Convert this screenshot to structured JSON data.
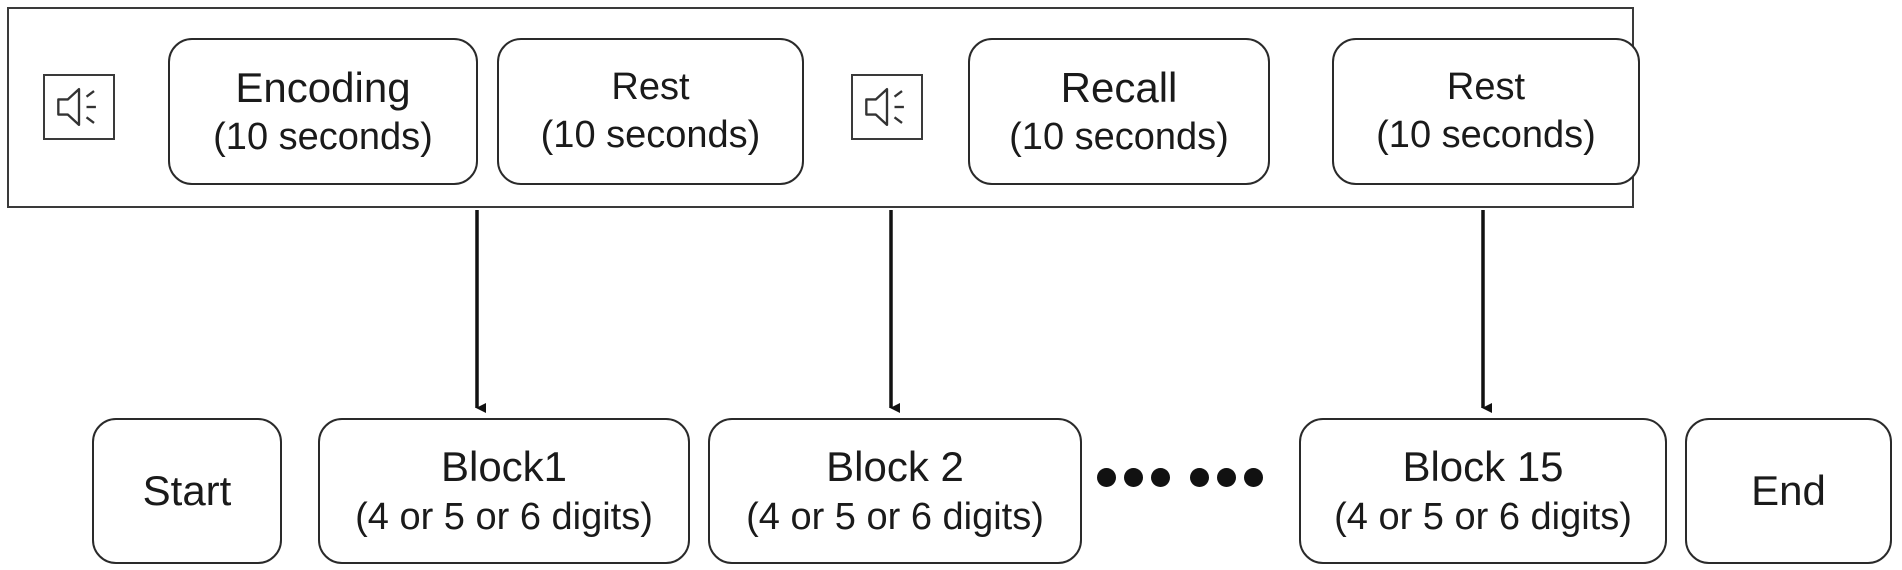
{
  "top_sequence": {
    "encoding": {
      "title": "Encoding",
      "duration": "(10 seconds)"
    },
    "rest1": {
      "title": "Rest",
      "duration": "(10 seconds)"
    },
    "recall": {
      "title": "Recall",
      "duration": "(10 seconds)"
    },
    "rest2": {
      "title": "Rest",
      "duration": "(10 seconds)"
    }
  },
  "bottom_sequence": {
    "start": "Start",
    "block1": {
      "title": "Block1",
      "detail": "(4 or 5 or 6 digits)"
    },
    "block2": {
      "title": "Block 2",
      "detail": "(4 or 5 or 6 digits)"
    },
    "block15": {
      "title": "Block 15",
      "detail": "(4 or 5 or 6 digits)"
    },
    "end": "End"
  },
  "icons": [
    "speaker-icon",
    "speaker-icon"
  ]
}
